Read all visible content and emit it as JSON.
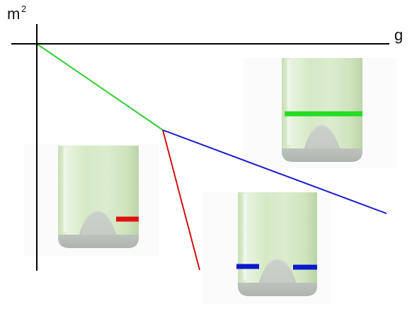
{
  "axes": {
    "y_label_base": "m",
    "y_label_exponent": "2",
    "x_label": "g"
  },
  "colors": {
    "axis": "#000000",
    "segment_initial": "#33cc33",
    "segment_branch_steep": "#cc1111",
    "segment_branch_shallow": "#1a1acc",
    "bottle_glass": "#d9ecc8",
    "bottle_punt": "#b8beb8",
    "marker_green": "#22dd22",
    "marker_red": "#dd1111",
    "marker_blue": "#0a1acc"
  },
  "illustrations": [
    {
      "name": "bottle-green-level",
      "marker": "green-full-width"
    },
    {
      "name": "bottle-red-level",
      "marker": "red-right-side"
    },
    {
      "name": "bottle-blue-level",
      "marker": "blue-both-sides"
    }
  ]
}
